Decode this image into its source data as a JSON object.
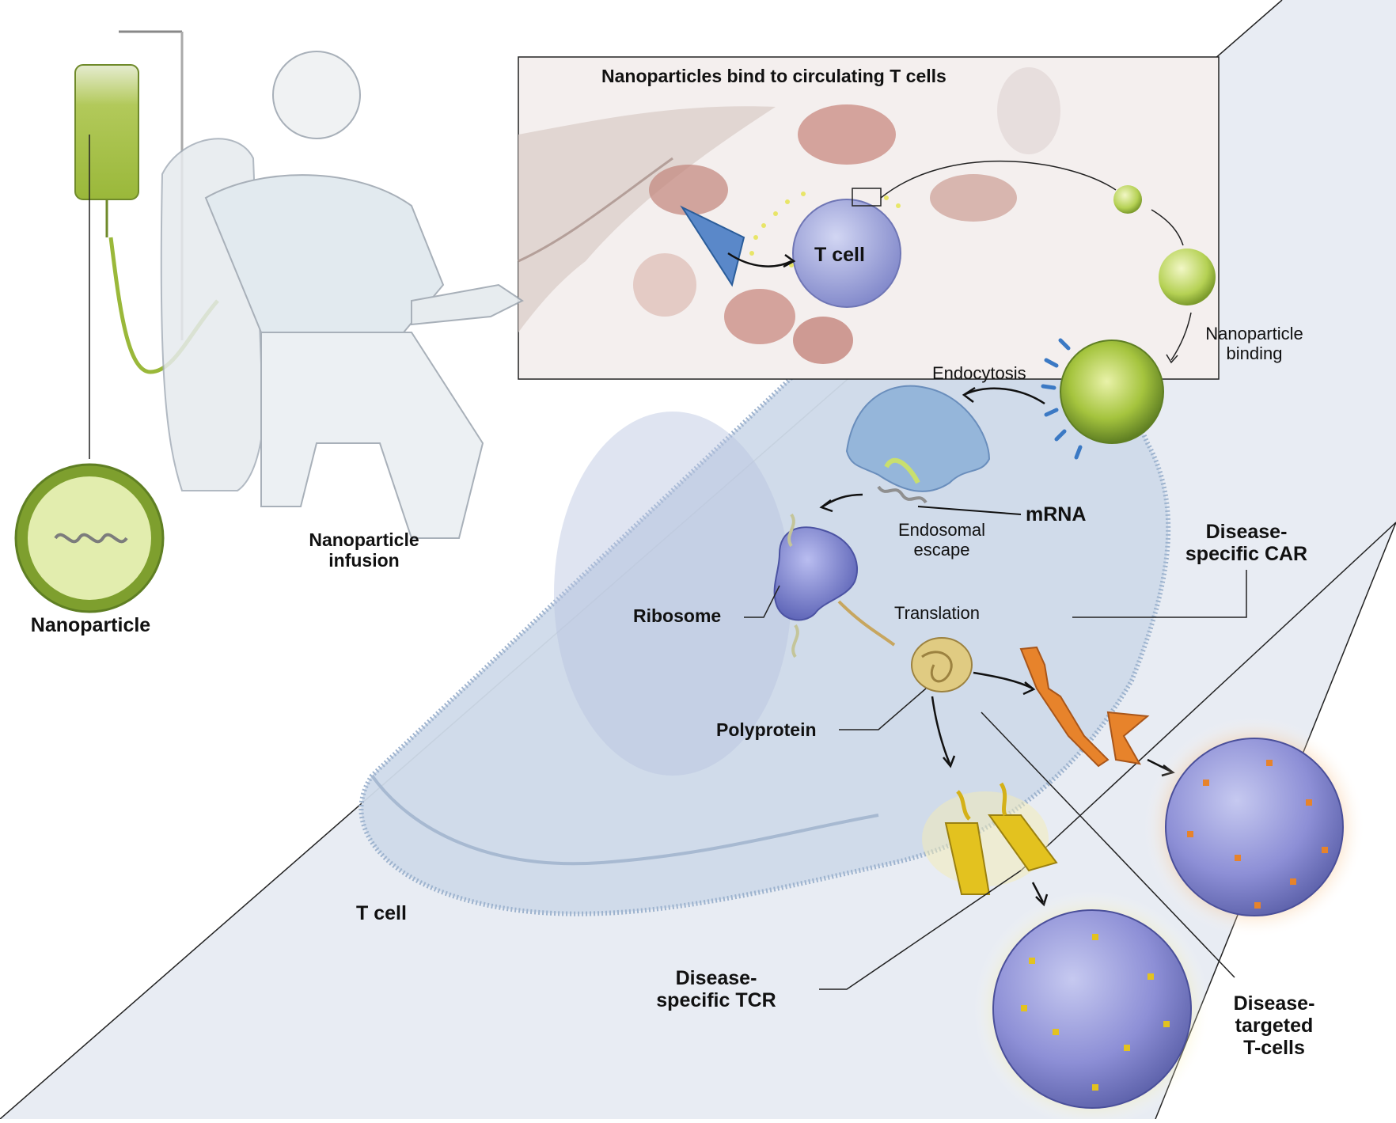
{
  "labels": {
    "inset_title": "Nanoparticles bind to circulating T cells",
    "inset_tcell": "T cell",
    "nanoparticle": "Nanoparticle",
    "infusion_line1": "Nanoparticle",
    "infusion_line2": "infusion",
    "binding_line1": "Nanoparticle",
    "binding_line2": "binding",
    "endocytosis": "Endocytosis",
    "mrna": "mRNA",
    "escape_line1": "Endosomal",
    "escape_line2": "escape",
    "ribosome": "Ribosome",
    "translation": "Translation",
    "polyprotein": "Polyprotein",
    "car_line1": "Disease-",
    "car_line2": "specific CAR",
    "tcr_line1": "Disease-",
    "tcr_line2": "specific TCR",
    "targeted_line1": "Disease-",
    "targeted_line2": "targeted",
    "targeted_line3": "T-cells",
    "tcell_main": "T cell"
  },
  "colors": {
    "band_fill": "#e8ecf3",
    "cell_fill": "#c9d6e6",
    "membrane": "#8ea7c6",
    "nanoparticle_green": "#9cbd3b",
    "nanoparticle_dark": "#5f7f23",
    "ribosome": "#7f86d6",
    "car_orange": "#e7832b",
    "tcr_yellow": "#e3c21f",
    "tcell_purple": "#8d8fd6",
    "rbc": "#c98a80"
  }
}
